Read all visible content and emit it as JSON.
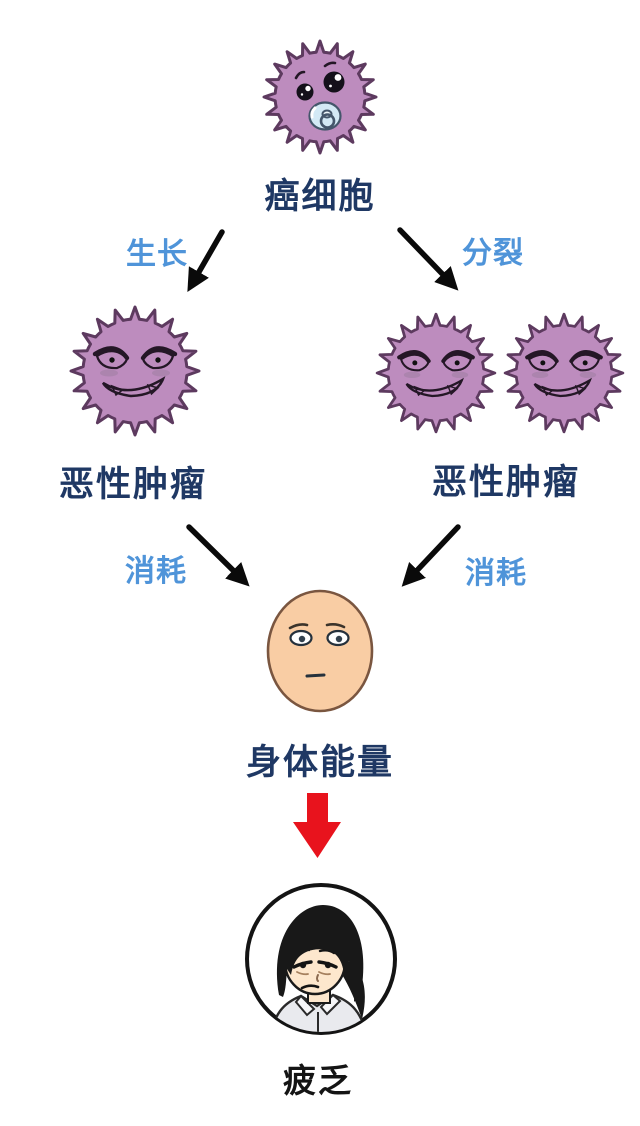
{
  "nodes": {
    "cancer_cell": {
      "label": "癌细胞",
      "icon": "baby-cancer-cell"
    },
    "malignant_tumor_left": {
      "label": "恶性肿瘤",
      "icon": "evil-cancer-cell"
    },
    "malignant_tumor_right": {
      "label": "恶性肿瘤",
      "icon": "evil-cancer-cell-pair"
    },
    "body_energy": {
      "label": "身体能量",
      "icon": "bald-deadpan-face"
    },
    "fatigue": {
      "label": "疲乏",
      "icon": "tired-woman-portrait"
    }
  },
  "edges": [
    {
      "from": "cancer_cell",
      "to": "malignant_tumor_left",
      "label": "生长"
    },
    {
      "from": "cancer_cell",
      "to": "malignant_tumor_right",
      "label": "分裂"
    },
    {
      "from": "malignant_tumor_left",
      "to": "body_energy",
      "label": "消耗"
    },
    {
      "from": "malignant_tumor_right",
      "to": "body_energy",
      "label": "消耗"
    },
    {
      "from": "body_energy",
      "to": "fatigue",
      "label": ""
    }
  ],
  "colors": {
    "background": "#ffffff",
    "node_label": "#1f3864",
    "edge_label": "#4f94d9",
    "fatigue_label": "#141414",
    "cell_fill": "#bd8cbe",
    "cell_outline": "#5d3a5f",
    "mouth_fill": "#a466a8",
    "pacifier_fill": "#d3e9f5",
    "skin": "#f9cda4",
    "skin_outline": "#7a5640",
    "pale_skin": "#fde7cd",
    "shirt": "#e9eaee",
    "hair": "#181818",
    "arrow_black": "#0a0a0a",
    "arrow_red": "#e8131d"
  }
}
